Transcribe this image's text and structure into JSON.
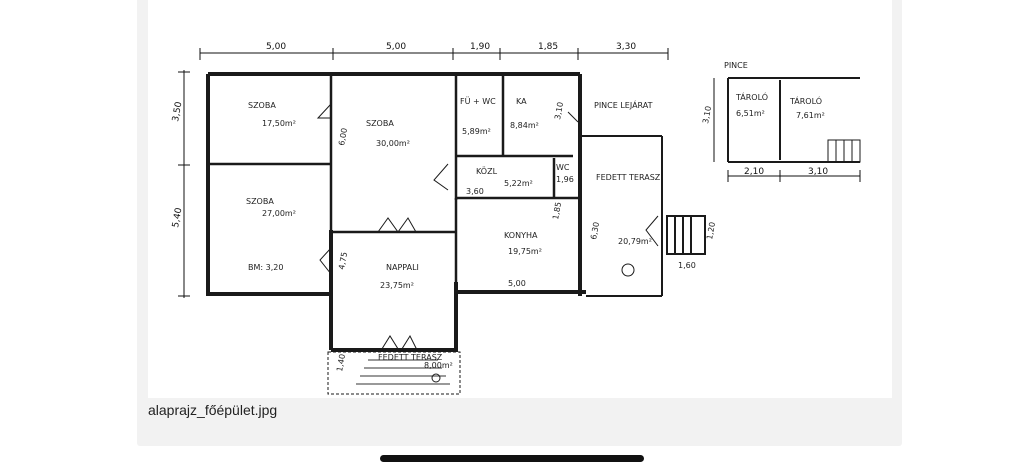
{
  "file": {
    "name": "alaprajz_főépület.jpg"
  },
  "plan": {
    "top_dims": [
      "5,00",
      "5,00",
      "1,90",
      "1,85",
      "3,30"
    ],
    "left_dims": [
      "3,50",
      "5,40"
    ],
    "rooms": [
      {
        "id": "szoba1",
        "name": "SZOBA",
        "area": "17,50m²"
      },
      {
        "id": "szoba2",
        "name": "SZOBA",
        "area": "30,00m²"
      },
      {
        "id": "szoba3",
        "name": "SZOBA",
        "area": "27,00m²"
      },
      {
        "id": "wc",
        "name": "FÜ + WC",
        "area": "5,89m²"
      },
      {
        "id": "kamra",
        "name": "KA",
        "area": "8,84m²"
      },
      {
        "id": "kozl",
        "name": "KÖZL",
        "area": "5,22m²"
      },
      {
        "id": "wc2",
        "name": "WC",
        "area": "1,96"
      },
      {
        "id": "konyha",
        "name": "KONYHA",
        "area": "19,75m²"
      },
      {
        "id": "nappali",
        "name": "NAPPALI",
        "area": "23,75m²"
      },
      {
        "id": "fedett",
        "name": "FEDETT TERASZ",
        "area": "20,79m²"
      },
      {
        "id": "terasz",
        "name": "FEDETT TERASZ",
        "area": "8,00m²"
      }
    ],
    "notes": {
      "belmagassag": "BM: 3,20",
      "pince_lejarat": "PINCE LEJÁRAT",
      "height_600": "6,00",
      "height_310": "3,10",
      "height_360": "3,60",
      "height_475": "4,75",
      "height_630": "6,30",
      "dim_500": "5,00",
      "dim_160": "1,60",
      "dim_120": "1,20",
      "dim_140": "1,40",
      "dim_185": "1,85"
    },
    "pince": {
      "title": "PINCE",
      "rooms": [
        {
          "name": "TÁROLÓ",
          "area": "6,51m²"
        },
        {
          "name": "TÁROLÓ",
          "area": "7,61m²"
        }
      ],
      "dims": [
        "2,10",
        "3,10"
      ],
      "height": "3,10"
    }
  }
}
